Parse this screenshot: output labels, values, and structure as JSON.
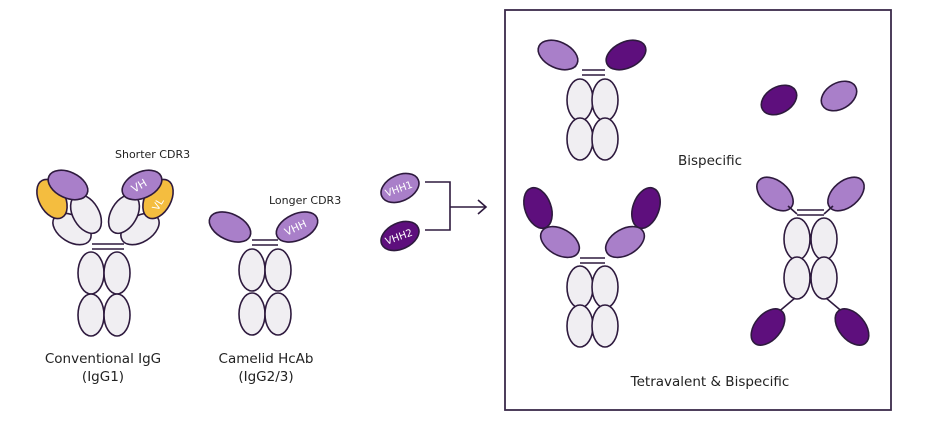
{
  "colors": {
    "outline": "#2e1a3e",
    "heavy_fill": "#f0eef2",
    "vh_light": "#a97fc9",
    "vh_dark": "#5e0f7d",
    "light_chain": "#f4bd3f",
    "frame": "#3b2a4a",
    "label_text": "#222222"
  },
  "conventional": {
    "annotation": "Shorter CDR3",
    "vh_label": "VH",
    "vl_label": "VL",
    "name": "Conventional IgG",
    "subclass": "(IgG1)"
  },
  "camelid": {
    "annotation": "Longer CDR3",
    "vhh_label": "VHH",
    "name": "Camelid HcAb",
    "subclass": "(IgG2/3)"
  },
  "vhh_domains": {
    "first": "VHH1",
    "second": "VHH2"
  },
  "formats_panel": {
    "bispecific_label": "Bispecific",
    "tetravalent_label": "Tetravalent & Bispecific"
  }
}
